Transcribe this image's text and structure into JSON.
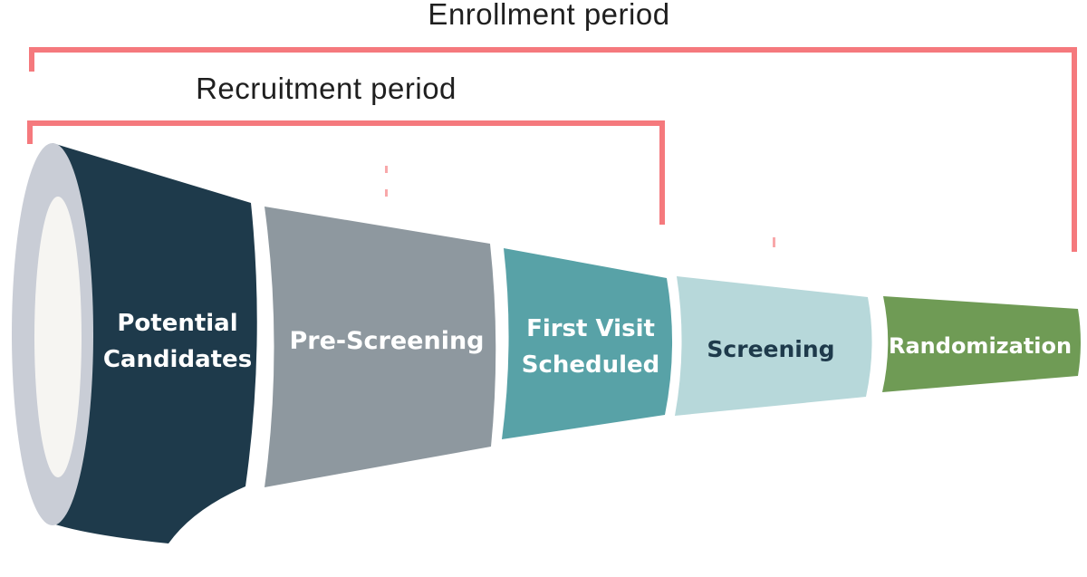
{
  "page": {
    "background_color": "#ffffff"
  },
  "titles": {
    "enrollment": "Enrollment period",
    "recruitment": "Recruitment period",
    "color": "#1f1f1f"
  },
  "brackets": {
    "color": "#f5797d"
  },
  "funnel": {
    "mouth_ring_color": "#c9cdd6",
    "mouth_inner_color": "#f6f5f2",
    "stages": [
      {
        "label": "Potential\nCandidates",
        "color": "#1e3a4b",
        "text_color": "#ffffff"
      },
      {
        "label": "Pre-Screening",
        "color": "#8e989f",
        "text_color": "#ffffff"
      },
      {
        "label": "First Visit\nScheduled",
        "color": "#58a2a7",
        "text_color": "#ffffff"
      },
      {
        "label": "Screening",
        "color": "#b7d8da",
        "text_color": "#1e3a4b"
      },
      {
        "label": "Randomization",
        "color": "#6f9b55",
        "text_color": "#ffffff"
      }
    ]
  }
}
